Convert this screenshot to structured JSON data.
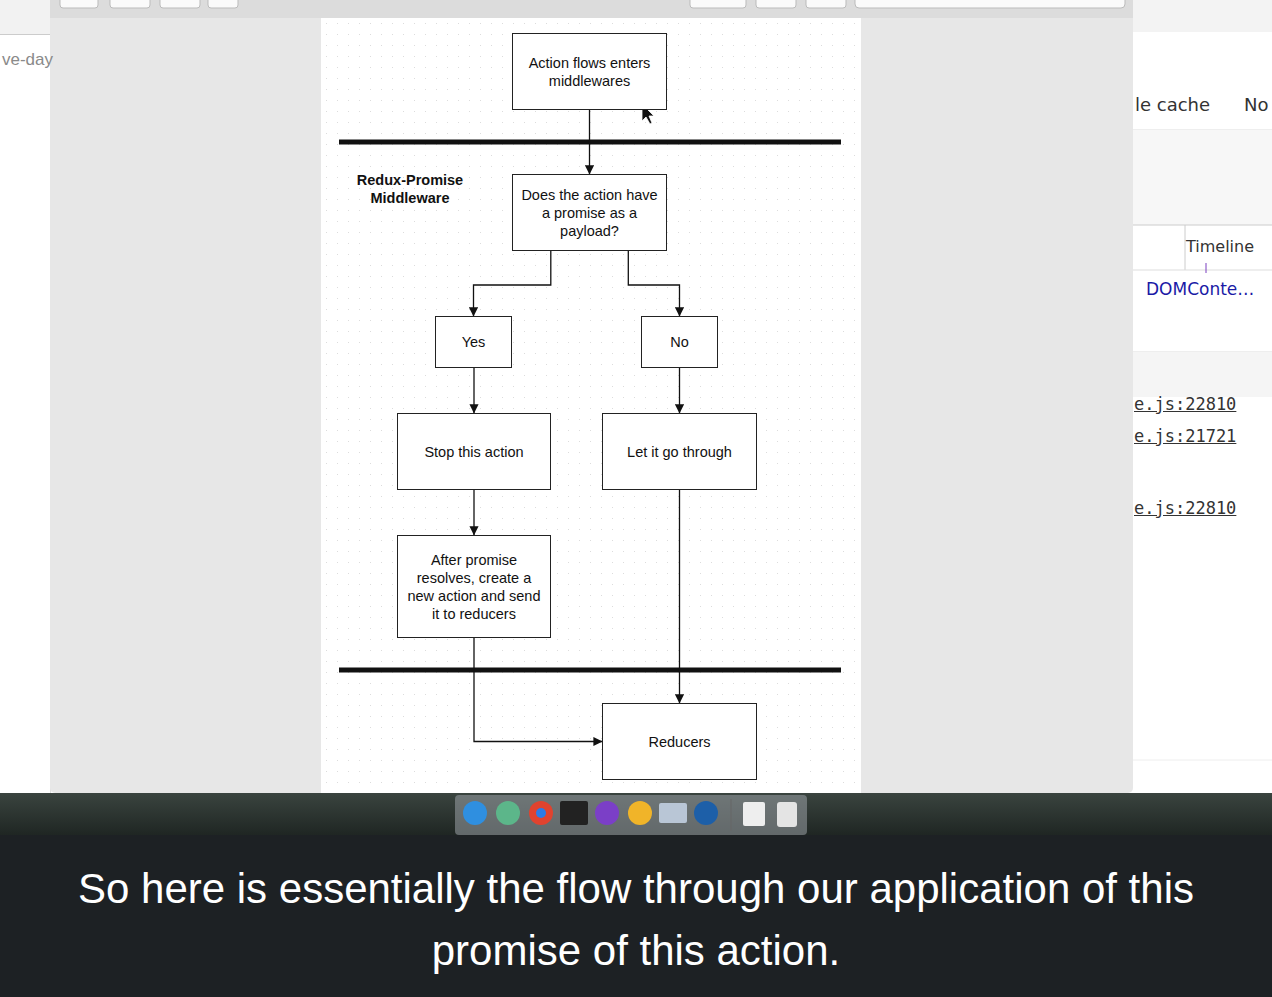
{
  "diagram": {
    "caption": "So here is essentially the flow through our application of this promise of this action.",
    "nodes": [
      {
        "text": [
          "Action flows enters middlewares"
        ]
      },
      {
        "text": [
          "Does the action have a promise as a payload?"
        ]
      },
      {
        "text": [
          "Yes"
        ]
      },
      {
        "text": [
          "No"
        ]
      },
      {
        "text": [
          "Stop this action"
        ]
      },
      {
        "text": [
          "Let it go through"
        ]
      },
      {
        "text": [
          "After promise resolves, create a new action and send it to reducers"
        ]
      },
      {
        "text": [
          "Reducers"
        ]
      }
    ],
    "edges": [
      {
        "from": 0,
        "to": 1,
        "arrow": "to"
      },
      {
        "from": 1,
        "to": 2,
        "arrow": "to"
      },
      {
        "from": 1,
        "to": 3,
        "arrow": "to"
      },
      {
        "from": 2,
        "to": 4,
        "arrow": "to"
      },
      {
        "from": 3,
        "to": 5,
        "arrow": "to"
      },
      {
        "from": 4,
        "to": 6,
        "arrow": "to"
      },
      {
        "from": 6,
        "to": 7,
        "arrow": "to"
      },
      {
        "from": 5,
        "to": 7,
        "arrow": "to"
      }
    ],
    "labels": [
      "Redux-Promise Middleware",
      "ve-day",
      "le cache",
      "No",
      "Timeline",
      "DOMConte…",
      "e.js:22810",
      "e.js:21721",
      "e.js:22810"
    ]
  }
}
